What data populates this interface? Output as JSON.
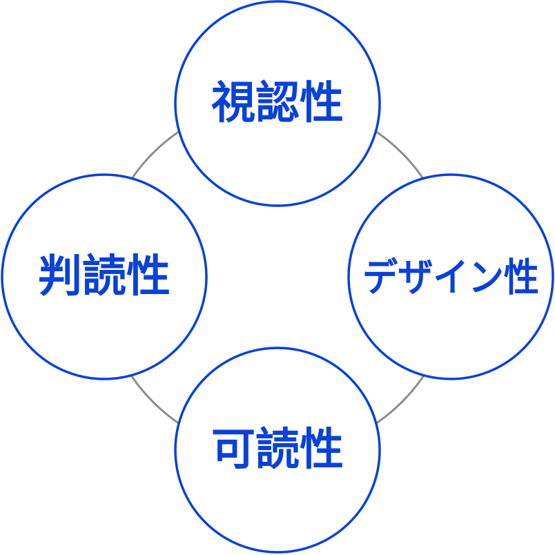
{
  "diagram": {
    "colors": {
      "accent": "#0a41d6",
      "ring": "#8c8c8c",
      "background": "#ffffff"
    },
    "nodes": {
      "top": {
        "label": "視認性"
      },
      "left": {
        "label": "判読性"
      },
      "right": {
        "label": "デザイン性"
      },
      "bottom": {
        "label": "可読性"
      }
    }
  }
}
